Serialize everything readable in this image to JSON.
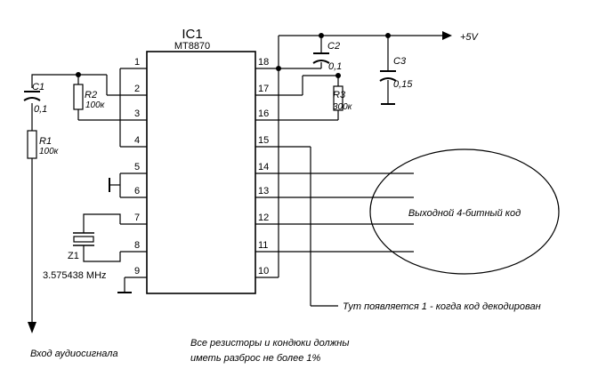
{
  "chip": {
    "name": "IC1",
    "model": "MT8870",
    "left_pins": [
      "1",
      "2",
      "3",
      "4",
      "5",
      "6",
      "7",
      "8",
      "9"
    ],
    "right_pins": [
      "18",
      "17",
      "16",
      "15",
      "14",
      "13",
      "12",
      "11",
      "10"
    ]
  },
  "components": {
    "c1": {
      "name": "C1",
      "value": "0,1"
    },
    "r1": {
      "name": "R1",
      "value": "100к"
    },
    "r2": {
      "name": "R2",
      "value": "100к"
    },
    "r3": {
      "name": "R3",
      "value": "300к"
    },
    "c2": {
      "name": "C2",
      "value": "0,1"
    },
    "c3": {
      "name": "C3",
      "value": "0,15"
    },
    "z1": {
      "name": "Z1",
      "value": "3.575438 MHz"
    }
  },
  "supply": "+5V",
  "labels": {
    "output_code": "Выходной 4-битный код",
    "decoded_note": "Тут появляется 1 - когда код декодирован",
    "audio_input": "Вход аудиосигнала",
    "tolerance_line1": "Все резисторы и кондюки должны",
    "tolerance_line2": "иметь разброс не более 1%"
  }
}
